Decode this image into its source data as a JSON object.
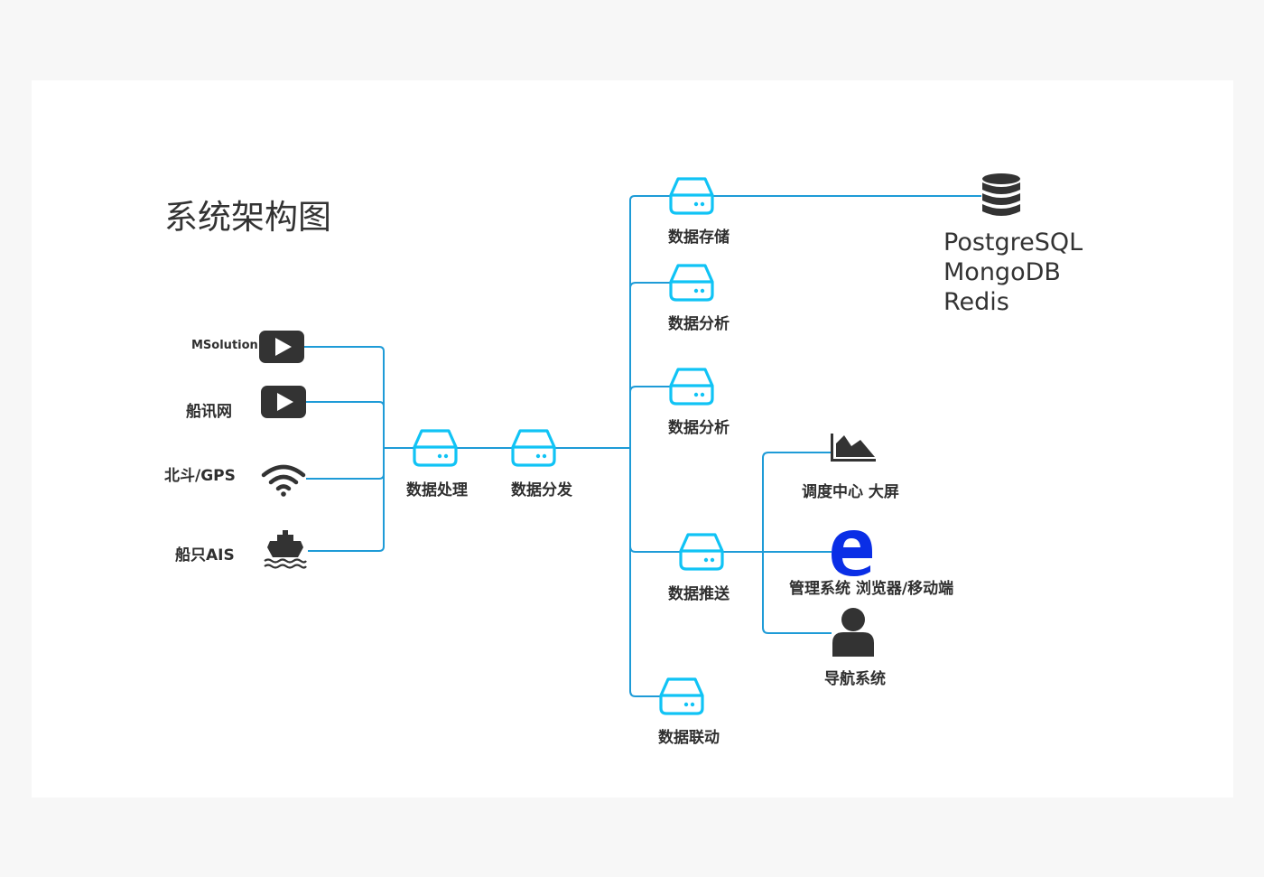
{
  "title": "系统架构图",
  "colors": {
    "connector": "#1e9bd7",
    "server_stroke": "#10c3f5",
    "dark_icon": "#333333",
    "edge_icon": "#0a2ee6"
  },
  "sources": [
    {
      "label": "MSolution",
      "icon": "play-icon"
    },
    {
      "label": "船讯网",
      "icon": "play-icon"
    },
    {
      "label": "北斗/GPS",
      "icon": "wifi-icon"
    },
    {
      "label": "船只AIS",
      "icon": "ship-icon"
    }
  ],
  "pipeline": {
    "process": "数据处理",
    "distribute": "数据分发"
  },
  "branches": {
    "storage": "数据存储",
    "analysis_1": "数据分析",
    "analysis_2": "数据分析",
    "push": "数据推送",
    "linkage": "数据联动"
  },
  "databases": {
    "icon": "database-icon",
    "items": [
      "PostgreSQL",
      "MongoDB",
      "Redis"
    ]
  },
  "clients": [
    {
      "label": "调度中心 大屏",
      "icon": "area-chart-icon"
    },
    {
      "label": "管理系统 浏览器/移动端",
      "icon": "edge-browser-icon"
    },
    {
      "label": "导航系统",
      "icon": "user-icon"
    }
  ]
}
